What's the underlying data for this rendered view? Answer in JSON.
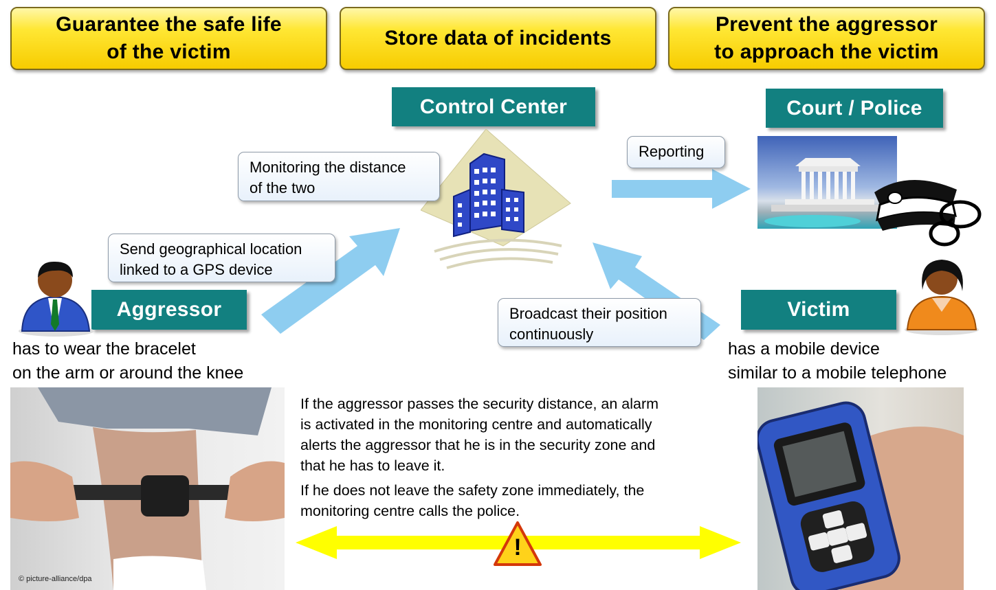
{
  "goals": [
    "Guarantee the safe life\nof the victim",
    "Store data of incidents",
    "Prevent the aggressor\nto approach the victim"
  ],
  "labels": {
    "control_center": "Control Center",
    "court_police": "Court / Police",
    "aggressor": "Aggressor",
    "victim": "Victim"
  },
  "callouts": {
    "monitoring": "Monitoring the distance\nof the two",
    "send_location": "Send geographical location\nlinked to a GPS device",
    "broadcast": "Broadcast their position\ncontinuously",
    "reporting": "Reporting"
  },
  "captions": {
    "aggressor": "has to wear the bracelet\non the arm or around the knee",
    "victim": "has a mobile device\nsimilar to a mobile telephone"
  },
  "paragraphs": [
    "If the aggressor passes the security distance, an alarm\nis activated in the monitoring centre and automatically\nalerts the aggressor that he is in the security zone and\nthat he has to leave it.",
    "If he does not leave the safety zone immediately, the\nmonitoring centre calls the police."
  ],
  "photo_credit": "© picture-alliance/dpa",
  "warning_symbol": "!",
  "colors": {
    "teal": "#128080",
    "goal_yellow": "#ffe734",
    "arrow_blue": "#8ecdf0",
    "arrow_yellow": "#ffff00"
  }
}
